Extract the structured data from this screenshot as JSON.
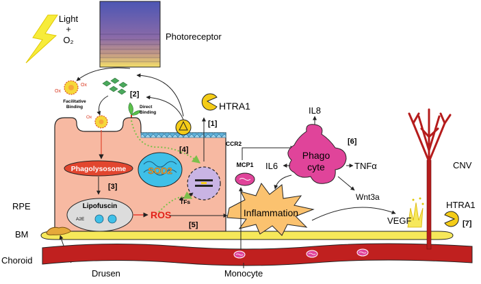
{
  "labels": {
    "light_line1": "Light",
    "light_plus": "+",
    "light_o2": "O₂",
    "photoreceptor": "Photoreceptor",
    "facilitative_line1": "Facilitative",
    "facilitative_line2": "Binding",
    "direct_line1": "Direct",
    "direct_line2": "Binding",
    "ox": "Ox",
    "step2": "[2]",
    "step1": "[1]",
    "step3": "[3]",
    "step4": "[4]",
    "step5": "[5]",
    "step6": "[6]",
    "step7": "[7]",
    "htra1_top": "HTRA1",
    "htra1_right": "HTRA1",
    "ccr2": "CCR2",
    "mcp1": "MCP1",
    "il8": "IL8",
    "il6": "IL6",
    "tnfa": "TNFα",
    "wnt3a": "Wnt3a",
    "vegf": "VEGF",
    "cnv": "CNV",
    "phago_line1": "Phago",
    "phago_line2": "cyte",
    "phagolysosome": "Phagolysosome",
    "lipofuscin": "Lipofuscin",
    "a2e": "A2E",
    "ros": "ROS",
    "sod2": "SOD2",
    "tfs": "TFs",
    "inflammation": "Inflammation",
    "rpe": "RPE",
    "bm": "BM",
    "choroid": "Choroid",
    "drusen": "Drusen",
    "monocyte": "Monocyte"
  },
  "colors": {
    "rpe_cell": "#f7b9a2",
    "bm_layer": "#f6e85a",
    "choroid": "#c0201f",
    "phagocyte": "#e0449a",
    "inflammation": "#fbc26f",
    "phagolysosome": "#e2462f",
    "lipofuscin": "#dcdcdc",
    "nucleus": "#c9b4e4",
    "mitochondria": "#3fc0e8",
    "ros_text": "#e2231a",
    "htra1": "#f4cc17",
    "cnv_vessel": "#b51c1c",
    "photoreceptor_top": "#4c56b4",
    "photoreceptor_bottom": "#f4e06a"
  }
}
